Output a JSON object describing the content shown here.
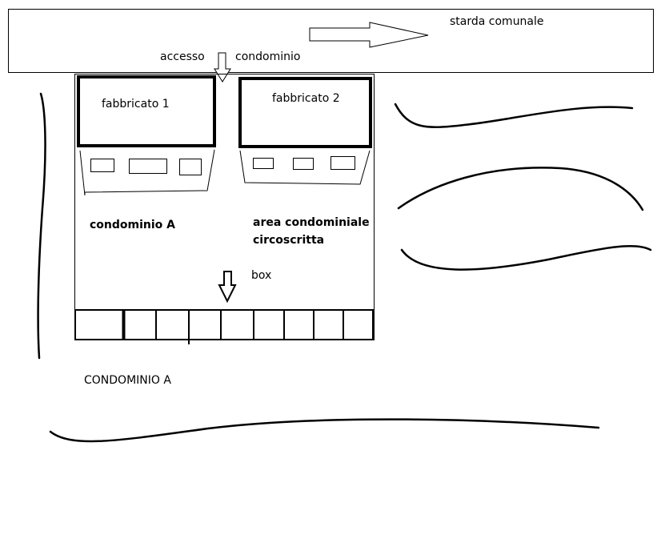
{
  "road": {
    "label": "starda comunale"
  },
  "access": {
    "word1": "accesso",
    "word2": "condominio"
  },
  "buildings": [
    {
      "label": "fabbricato 1"
    },
    {
      "label": "fabbricato 2"
    }
  ],
  "condo_label": "condominio A",
  "area_label": {
    "line1": "area condominiale",
    "line2": "circoscritta"
  },
  "box_label": "box",
  "footer_label": "CONDOMINIO  A"
}
